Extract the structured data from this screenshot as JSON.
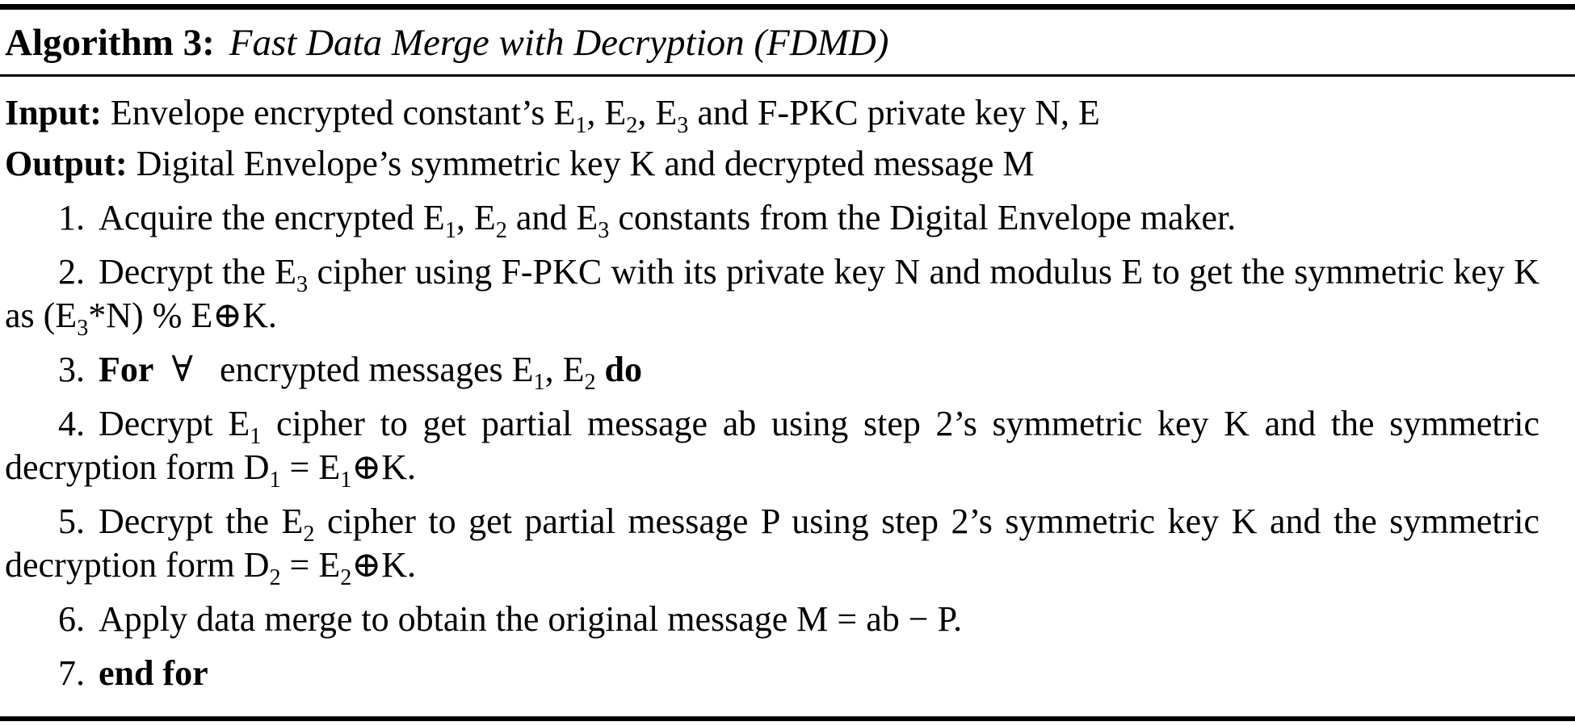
{
  "document": {
    "title": {
      "label": "Algorithm 3:",
      "name": "Fast Data Merge with Decryption (FDMD)"
    },
    "io": {
      "input_label": "Input:",
      "input": [
        {
          "t": "Envelope encrypted constant’s E"
        },
        {
          "t": "1",
          "f": "sub"
        },
        {
          "t": ", E"
        },
        {
          "t": "2",
          "f": "sub"
        },
        {
          "t": ", E"
        },
        {
          "t": "3",
          "f": "sub"
        },
        {
          "t": " and F-PKC private key N, E"
        }
      ],
      "output_label": "Output:",
      "output": [
        {
          "t": "Digital Envelope’s symmetric key K and decrypted message M"
        }
      ]
    },
    "steps": [
      {
        "num": "1.",
        "lines": [
          [
            {
              "t": "Acquire the encrypted E"
            },
            {
              "t": "1",
              "f": "sub"
            },
            {
              "t": ", E"
            },
            {
              "t": "2",
              "f": "sub"
            },
            {
              "t": " and E"
            },
            {
              "t": "3",
              "f": "sub"
            },
            {
              "t": " constants from the Digital Envelope maker."
            }
          ]
        ]
      },
      {
        "num": "2.",
        "lines": [
          [
            {
              "t": "Decrypt the E"
            },
            {
              "t": "3",
              "f": "sub"
            },
            {
              "t": " cipher using F-PKC with its private key N and modulus E to get the symmetric key K"
            }
          ],
          [
            {
              "t": "as (E"
            },
            {
              "t": "3",
              "f": "sub"
            },
            {
              "t": "*N) % E⊕K."
            }
          ]
        ]
      },
      {
        "num": "3.",
        "lines": [
          [
            {
              "t": "For",
              "f": "b"
            },
            {
              "t": " ∀  encrypted messages E"
            },
            {
              "t": "1",
              "f": "sub"
            },
            {
              "t": ", E"
            },
            {
              "t": "2",
              "f": "sub"
            },
            {
              "t": " "
            },
            {
              "t": "do",
              "f": "b"
            }
          ]
        ]
      },
      {
        "num": "4.",
        "lines": [
          [
            {
              "t": "Decrypt E"
            },
            {
              "t": "1",
              "f": "sub"
            },
            {
              "t": " cipher to get partial message ab using step 2’s symmetric key K and the symmetric"
            }
          ],
          [
            {
              "t": "decryption form D"
            },
            {
              "t": "1",
              "f": "sub"
            },
            {
              "t": " = E"
            },
            {
              "t": "1",
              "f": "sub"
            },
            {
              "t": "⊕K."
            }
          ]
        ]
      },
      {
        "num": "5.",
        "lines": [
          [
            {
              "t": "Decrypt the E"
            },
            {
              "t": "2",
              "f": "sub"
            },
            {
              "t": " cipher to get partial message P using step 2’s symmetric key K and the symmetric"
            }
          ],
          [
            {
              "t": "decryption form D"
            },
            {
              "t": "2",
              "f": "sub"
            },
            {
              "t": " = E"
            },
            {
              "t": "2",
              "f": "sub"
            },
            {
              "t": "⊕K."
            }
          ]
        ]
      },
      {
        "num": "6.",
        "lines": [
          [
            {
              "t": "Apply data merge to obtain the original message M = ab − P."
            }
          ]
        ]
      },
      {
        "num": "7.",
        "lines": [
          [
            {
              "t": "end for",
              "f": "b"
            }
          ]
        ]
      }
    ]
  }
}
